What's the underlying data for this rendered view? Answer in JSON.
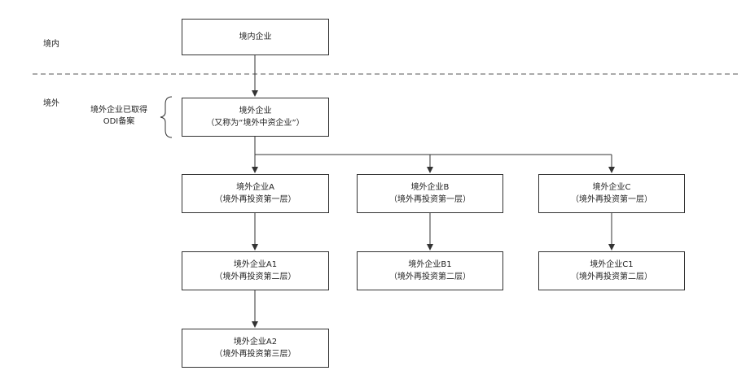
{
  "zones": {
    "domestic": "境内",
    "overseas": "境外"
  },
  "odi_note": {
    "line1": "境外企业已取得",
    "line2": "ODI备案"
  },
  "nodes": {
    "root": {
      "line1": "境内企业"
    },
    "overseas": {
      "line1": "境外企业",
      "line2": "（又称为“境外中资企业”）"
    },
    "a": {
      "line1": "境外企业A",
      "line2": "（境外再投资第一层）"
    },
    "b": {
      "line1": "境外企业B",
      "line2": "（境外再投资第一层）"
    },
    "c": {
      "line1": "境外企业C",
      "line2": "（境外再投资第一层）"
    },
    "a1": {
      "line1": "境外企业A1",
      "line2": "（境外再投资第二层）"
    },
    "b1": {
      "line1": "境外企业B1",
      "line2": "（境外再投资第二层）"
    },
    "c1": {
      "line1": "境外企业C1",
      "line2": "（境外再投资第二层）"
    },
    "a2": {
      "line1": "境外企业A2",
      "line2": "（境外再投资第三层）"
    }
  },
  "colors": {
    "line": "#333333",
    "divider": "#555555",
    "node_border": "#333333"
  }
}
